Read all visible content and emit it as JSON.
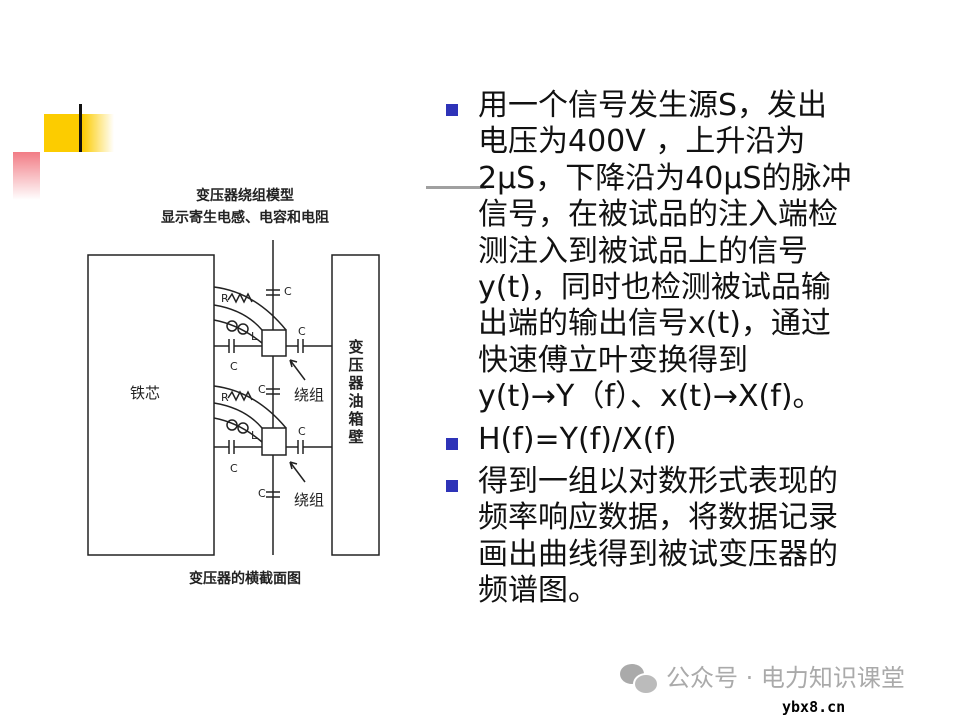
{
  "diagram": {
    "title_line1": "变压器绕组模型",
    "title_line2": "显示寄生电感、电容和电阻",
    "core_label": "铁芯",
    "tank_label": [
      "变",
      "压",
      "器",
      "油",
      "箱",
      "壁"
    ],
    "winding_label": "绕组",
    "cap_label": "C",
    "res_label": "R",
    "ind_label": "L",
    "caption": "变压器的横截面图"
  },
  "bullets": [
    {
      "lines": [
        "用一个信号发生源S，发出",
        "电压为400V ，上升沿为",
        "2μS，下降沿为40μS的脉冲",
        "信号，在被试品的注入端检",
        "测注入到被试品上的信号",
        "y(t)，同时也检测被试品输",
        "出端的输出信号x(t)，通过",
        "快速傅立叶变换得到",
        "y(t)→Y（f）、x(t)→X(f)。"
      ]
    },
    {
      "lines": [
        "H(f)=Y(f)/X(f)"
      ]
    },
    {
      "lines": [
        "得到一组以对数形式表现的",
        "频率响应数据，将数据记录",
        "画出曲线得到被试变压器的",
        "频谱图。"
      ]
    }
  ],
  "watermark": {
    "text": "公众号 · 电力知识课堂",
    "stamp": "ybx8.cn"
  },
  "colors": {
    "bullet": "#2e33b8",
    "accent_yellow": "#fccc00"
  }
}
